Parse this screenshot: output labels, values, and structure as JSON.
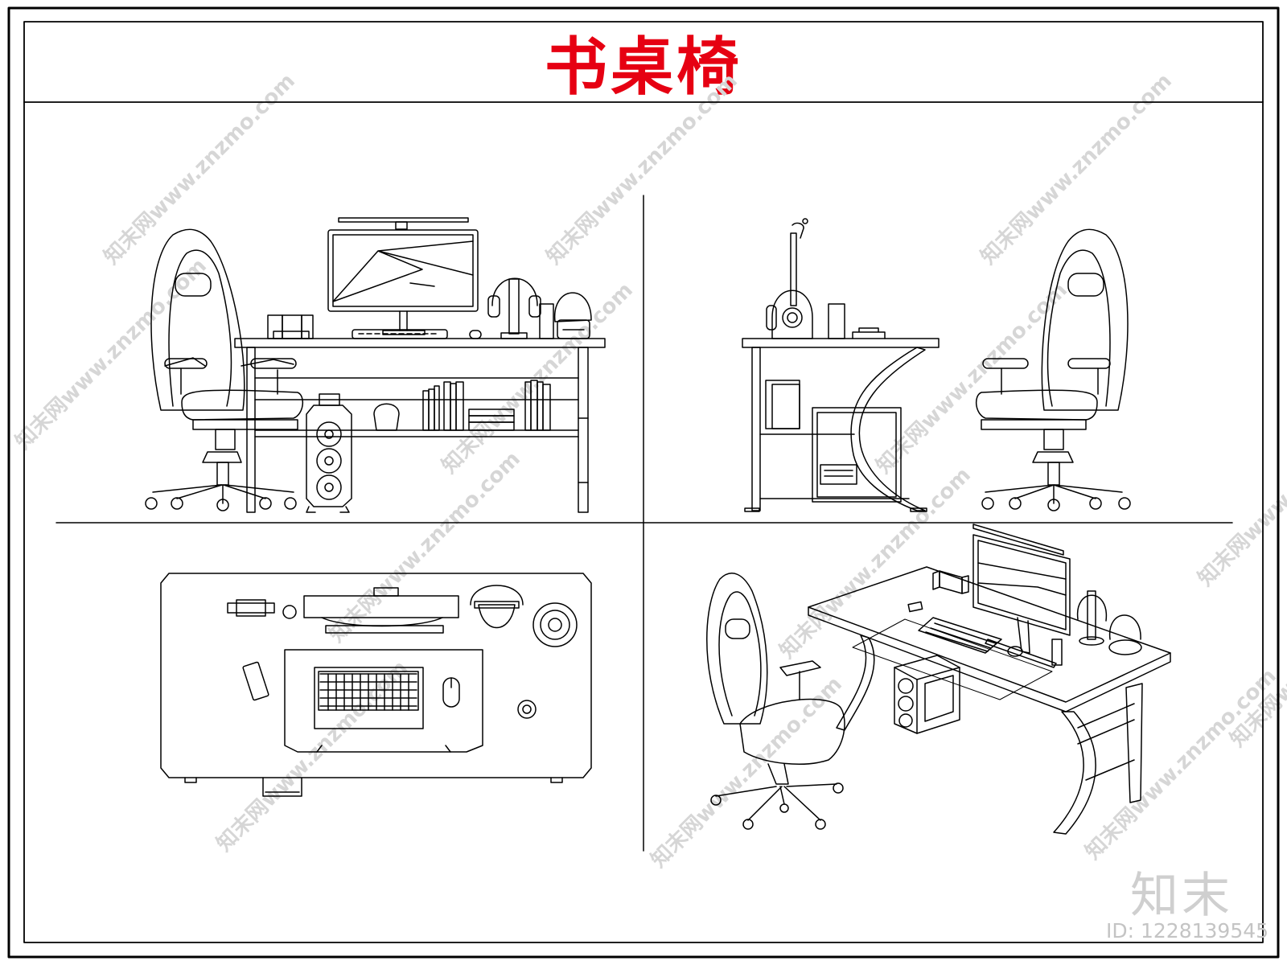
{
  "title": "书桌椅",
  "watermark": {
    "text": "知末网www.znzmo.com"
  },
  "brand": {
    "logo_text": "知末",
    "id_text": "ID: 1228139545"
  },
  "colors": {
    "title": "#e60012",
    "line": "#000000",
    "watermark": "#d6d6d6"
  },
  "views": [
    {
      "id": "front-elevation"
    },
    {
      "id": "side-elevation"
    },
    {
      "id": "plan-view"
    },
    {
      "id": "perspective-view"
    }
  ]
}
